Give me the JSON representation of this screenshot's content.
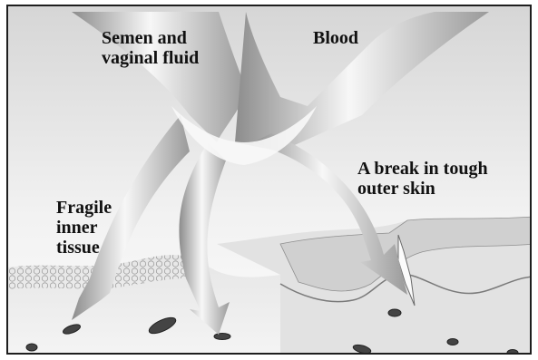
{
  "labels": {
    "semen_vaginal_fluid": "Semen and\nvaginal fluid",
    "blood": "Blood",
    "break_in_skin": "A break in tough\nouter skin",
    "fragile_tissue": "Fragile\ninner\ntissue"
  },
  "colors": {
    "frame": "#1e1e1e",
    "arrow_light": "#f4f4f4",
    "arrow_dark": "#6e6e6e",
    "tissue_base": "#dcdcdc",
    "cell_dark": "#2a2a2a"
  }
}
